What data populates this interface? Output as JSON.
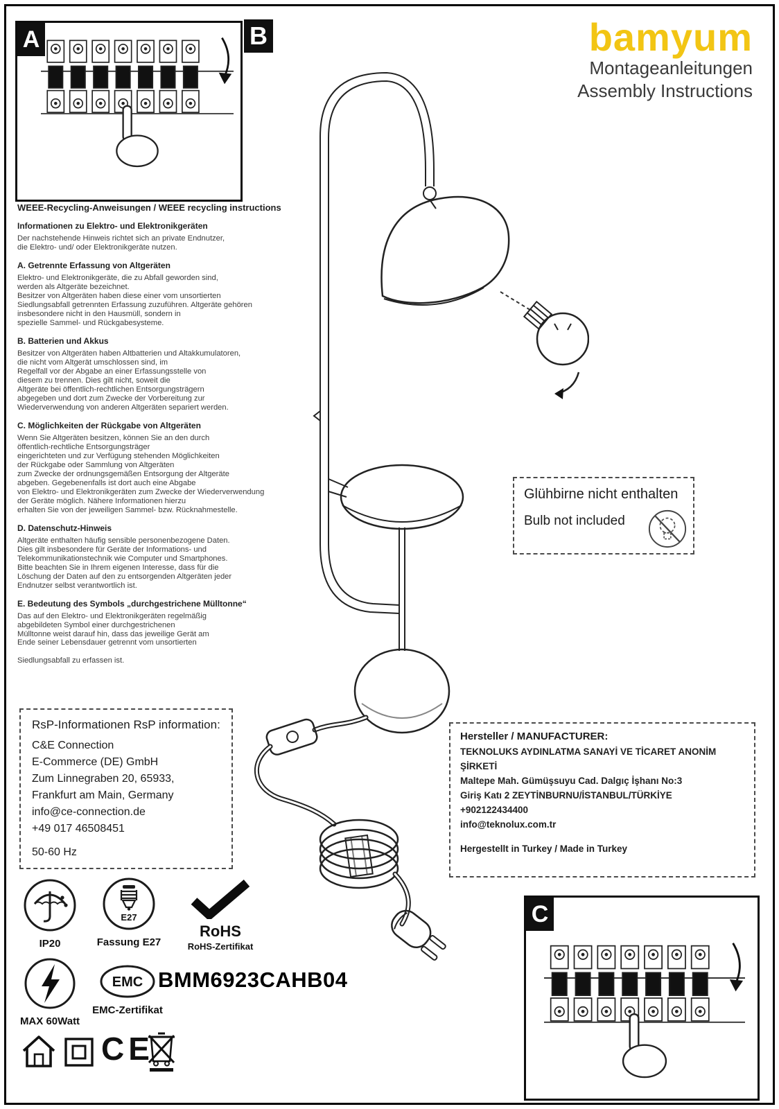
{
  "brand": {
    "logo": "bamyum",
    "subtitle_de": "Montageanleitungen",
    "subtitle_en": "Assembly Instructions",
    "accent_color": "#f2c514"
  },
  "panels": {
    "a_label": "A",
    "b_label": "B",
    "c_label": "C"
  },
  "weee": {
    "title": "WEEE-Recycling-Anweisungen / WEEE recycling instructions",
    "sections": [
      {
        "heading": "Informationen zu Elektro- und Elektronikgeräten",
        "body": "Der nachstehende Hinweis richtet sich an private Endnutzer,\n die Elektro- und/ oder Elektronikgeräte nutzen."
      },
      {
        "heading": "A. Getrennte Erfassung von Altgeräten",
        "body": "Elektro- und Elektronikgeräte, die zu Abfall geworden sind,\nwerden als Altgeräte bezeichnet.\nBesitzer von Altgeräten haben diese einer vom unsortierten\nSiedlungsabfall getrennten Erfassung zuzuführen. Altgeräte gehören\ninsbesondere nicht in den Hausmüll, sondern in\nspezielle Sammel- und Rückgabesysteme."
      },
      {
        "heading": "B. Batterien und Akkus",
        "body": "Besitzer von Altgeräten haben Altbatterien und Altakkumulatoren,\n die nicht vom Altgerät umschlossen sind, im\nRegelfall vor der Abgabe an einer Erfassungsstelle von\ndiesem zu trennen. Dies gilt nicht, soweit die\nAltgeräte bei öffentlich-rechtlichen Entsorgungsträgern\nabgegeben und dort zum Zwecke der Vorbereitung zur\nWiederverwendung von anderen Altgeräten separiert werden."
      },
      {
        "heading": "C. Möglichkeiten der Rückgabe von Altgeräten",
        "body": "Wenn Sie Altgeräten besitzen, können Sie an den durch\nöffentlich-rechtliche Entsorgungsträger\neingerichteten und zur Verfügung stehenden Möglichkeiten\nder Rückgabe oder Sammlung von Altgeräten\n zum Zwecke der ordnungsgemäßen Entsorgung der Altgeräte\nabgeben. Gegebenenfalls ist dort auch eine Abgabe\n von Elektro- und Elektronikgeräten zum Zwecke der Wiederverwendung\nder Geräte möglich. Nähere Informationen hierzu\nerhalten Sie von der jeweiligen Sammel- bzw. Rücknahmestelle."
      },
      {
        "heading": "D. Datenschutz-Hinweis",
        "body": "Altgeräte enthalten häufig sensible personenbezogene Daten.\nDies gilt insbesondere für Geräte der Informations- und\nTelekommunikationstechnik wie Computer und Smartphones.\n Bitte beachten Sie in Ihrem eigenen Interesse, dass für die\nLöschung der Daten auf den zu entsorgenden Altgeräten jeder\nEndnutzer selbst verantwortlich ist."
      },
      {
        "heading": "E. Bedeutung des Symbols „durchgestrichene Mülltonne“",
        "body": "Das auf den Elektro- und Elektronikgeräten regelmäßig\n abgebildeten Symbol einer durchgestrichenen\nMülltonne weist darauf hin, dass das jeweilige Gerät am\nEnde seiner Lebensdauer getrennt vom unsortierten\n\nSiedlungsabfall zu erfassen ist."
      }
    ]
  },
  "bulb_notice": {
    "line1": "Glühbirne nicht enthalten",
    "line2": "Bulb not included"
  },
  "rsp": {
    "title": "RsP-Informationen RsP information:",
    "lines": [
      "C&E Connection",
      "E-Commerce (DE) GmbH",
      "Zum Linnegraben 20, 65933,",
      "Frankfurt am Main, Germany",
      "info@ce-connection.de",
      "+49 017 46508451",
      "50-60 Hz"
    ]
  },
  "manufacturer": {
    "title": "Hersteller / MANUFACTURER:",
    "lines": [
      "TEKNOLUKS AYDINLATMA SANAYİ VE TİCARET ANONİM ŞİRKETİ",
      "Maltepe Mah. Gümüşsuyu Cad. Dalgıç İşhanı No:3",
      "Giriş Katı 2 ZEYTİNBURNU/İSTANBUL/TÜRKİYE",
      "+902122434400",
      "info@teknolux.com.tr"
    ],
    "made_in": "Hergestellt in Turkey / Made in Turkey"
  },
  "certs": {
    "ip20": "IP20",
    "e27_inner": "E27",
    "fassung": "Fassung E27",
    "rohs": "RoHS",
    "rohs_cert": "RoHS-Zertifikat",
    "max_watt": "MAX 60Watt",
    "emc": "EMC",
    "emc_cert": "EMC-Zertifikat",
    "ce": "CE",
    "model": "BMM6923CAHB04"
  },
  "icons": {
    "panel_a": "circuit-breaker-row-with-pointing-hand",
    "panel_c": "circuit-breaker-row-with-pointing-hand",
    "center": "arc-floor-lamp-with-shade-bulb-tray-base-cord-switch-plug",
    "bulb_notice": "crossed-out-bulb",
    "bottom": [
      "house",
      "double-insulation-square",
      "ce-mark",
      "crossed-wheelie-bin"
    ]
  }
}
